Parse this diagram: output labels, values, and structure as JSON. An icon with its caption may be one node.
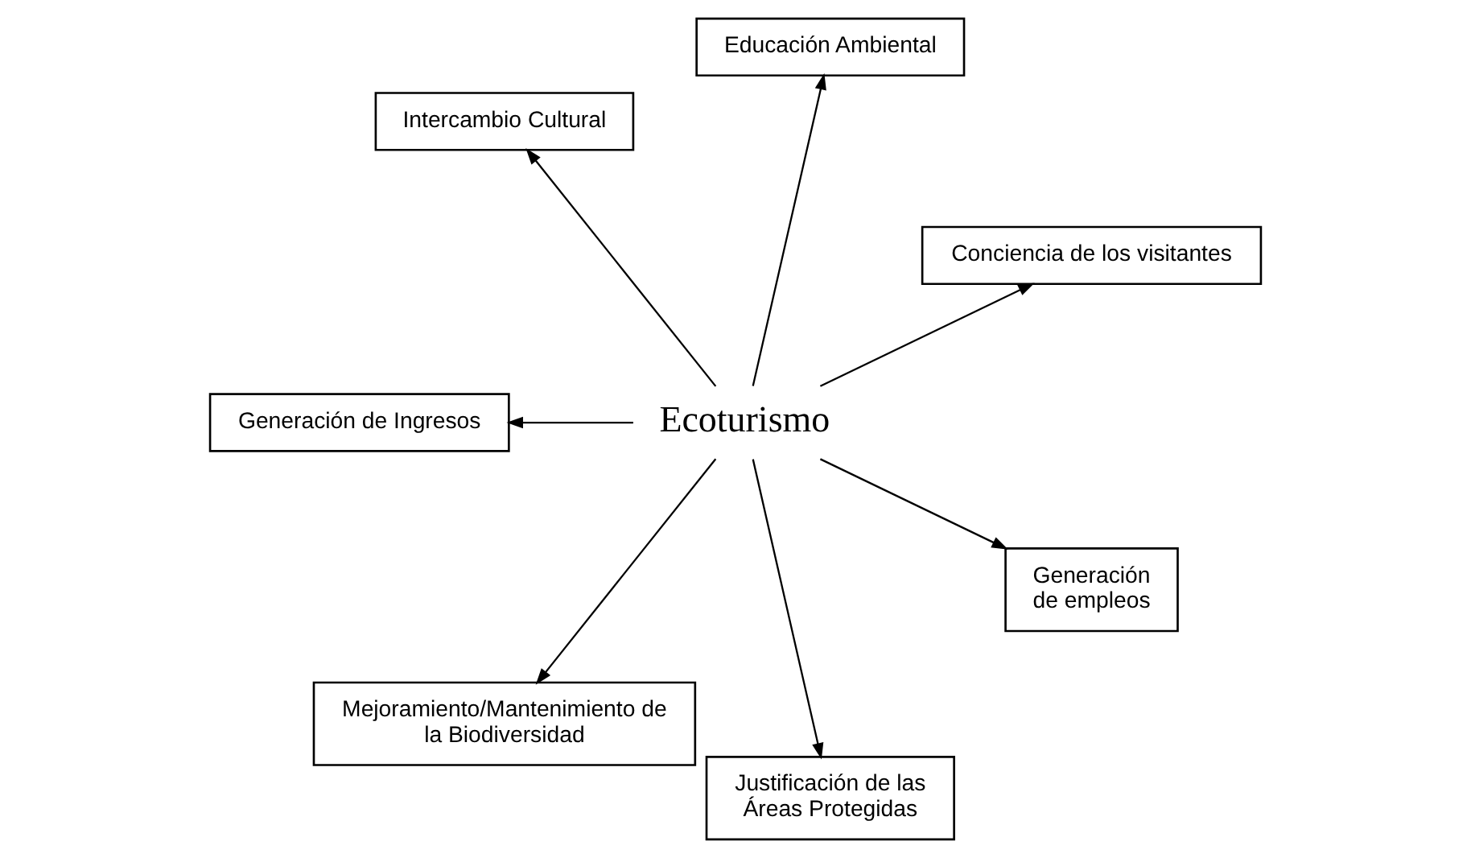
{
  "diagram": {
    "nodes": [
      {
        "text": [
          "Ecoturismo"
        ]
      },
      {
        "text": [
          "Conciencia de los visitantes"
        ]
      },
      {
        "text": [
          "Educación Ambiental"
        ]
      },
      {
        "text": [
          "Intercambio Cultural"
        ]
      },
      {
        "text": [
          "Generación de Ingresos"
        ]
      },
      {
        "text": [
          "Mejoramiento/Mantenimiento de la Biodiversidad"
        ]
      },
      {
        "text": [
          "Justificación de las Áreas Protegidas"
        ]
      },
      {
        "text": [
          "Generación de empleos"
        ]
      }
    ],
    "edges": [
      {
        "from": 0,
        "to": 1,
        "arrow": "to"
      },
      {
        "from": 0,
        "to": 2,
        "arrow": "to"
      },
      {
        "from": 0,
        "to": 3,
        "arrow": "to"
      },
      {
        "from": 0,
        "to": 4,
        "arrow": "to"
      },
      {
        "from": 0,
        "to": 5,
        "arrow": "to"
      },
      {
        "from": 0,
        "to": 6,
        "arrow": "to"
      },
      {
        "from": 0,
        "to": 7,
        "arrow": "to"
      }
    ]
  }
}
